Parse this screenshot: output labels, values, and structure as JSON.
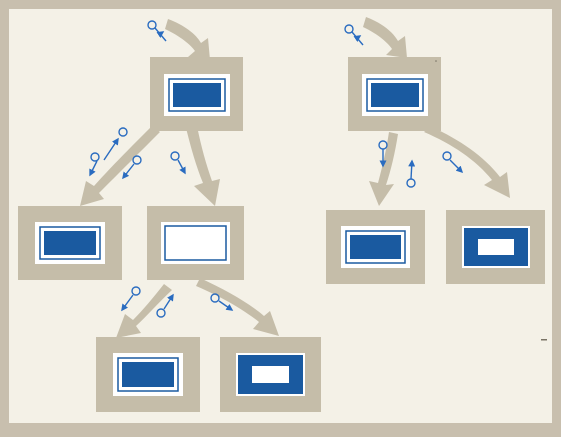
{
  "diagram": {
    "colors": {
      "paper": "#f4f1e7",
      "border": "#c8bfae",
      "frame": "#c5bda9",
      "arrow": "#c5bda9",
      "screen_blue": "#1a5aa0",
      "screen_white": "#ffffff",
      "key_blue": "#2a6cc0"
    },
    "screens": [
      {
        "id": "root-left",
        "fill": "blue-window"
      },
      {
        "id": "root-right",
        "fill": "blue-window"
      },
      {
        "id": "left-child-left",
        "fill": "blue-window"
      },
      {
        "id": "left-child-right",
        "fill": "empty-window"
      },
      {
        "id": "grandchild-left",
        "fill": "blue-window"
      },
      {
        "id": "grandchild-right",
        "fill": "blue-frame"
      },
      {
        "id": "right-child-left",
        "fill": "blue-window"
      },
      {
        "id": "right-child-right",
        "fill": "blue-frame"
      }
    ],
    "icons": [
      "key-icon",
      "big-arrow-icon",
      "small-arrow-icon"
    ]
  }
}
